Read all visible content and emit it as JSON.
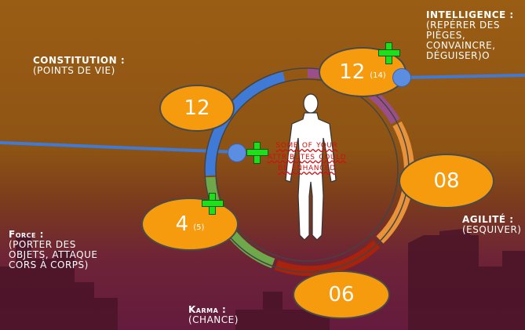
{
  "stats": {
    "constitution": {
      "title": "CONSTITUTION :",
      "desc": "(POINTS DE VIE)",
      "value": "12"
    },
    "intelligence": {
      "title": "INTELLIGENCE :",
      "desc": "(REPÉRER DES\nPIÈGES,\nCONVAINCRE,\nDÉGUISER)O",
      "value": "12",
      "base": "(14)"
    },
    "agilite": {
      "title": "AGILITÉ :",
      "desc": "(ESQUIVER)",
      "value": "08"
    },
    "force": {
      "title": "Force :",
      "desc": "(PORTER DES\nOBJETS, ATTAQUE\nCORS À CORPS)",
      "value": "4",
      "base": "(5)"
    },
    "karma": {
      "title": "Karma :",
      "desc": "(CHANCE)",
      "value": "06"
    }
  },
  "hint": "some of your attributes could be enhanced",
  "colors": {
    "bubble": "#f79b0e",
    "ring_blue": "#3f7bd6",
    "ring_purple": "#9b4f8a",
    "ring_orange": "#e8923a",
    "ring_red": "#a8220c",
    "ring_green": "#6da84a",
    "plus": "#1ee01a",
    "hint": "#d01010"
  },
  "icons": [
    "plus-icon",
    "slider-handle",
    "body-figure"
  ]
}
